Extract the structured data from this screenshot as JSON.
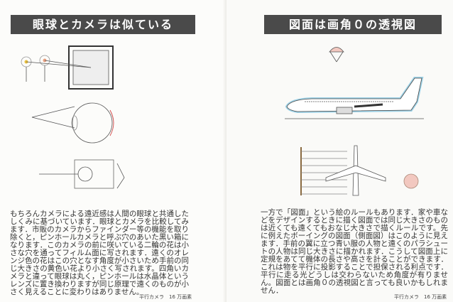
{
  "left_page": {
    "title": "眼球とカメラは似ている",
    "body": "もちろんカメラによる遠近感は人間の眼球と共通したしくみに基づいています．眼球とカメラを比較してみます．市販のカメラからファインダー等の機能を取り除くと，ピンホールカメラと呼ぶ穴のあいた黒い箱になります．このカメラの前に咲いている二輪の花は小さな穴を通ってフィルム面に写されます．遠くのオレンジ色の花はこの穴となす角度が小さいため手前の同じ大きさの黄色い花より小さく写されます。四角いカメラと違って眼球は丸く，ピンホールは水晶体というレンズに置き換わりますが同じ原理で遠くのものが小さく見えることに変わりはありません。",
    "footer": "平行カメラ　16 万画素"
  },
  "right_page": {
    "title": "図面は画角０の透視図",
    "body": "一方で「図面」という絵のルールもあります．家や車などをデザインするときに描く図面では同じ大きさのものは近くても遠くてもおなじ大きさで描くルールです。先に例えたボーイングの図面（側面図）はこのように見えます．手前の翼に立つ青い服の人物と遠くのパラシュートの人物は同じ大きさに描かれます．こうして図面上に定規をあてて機体の長さや高さを計ることができます．これは物を平行に投影することで担保される利点です．平行に走る光どうしは交わらないため角度が有りません。図面とは画角０の透視図と言っても良いかもしれません．",
    "footer": "平行カメラ　16 万画素"
  },
  "colors": {
    "banner": "#4a4a4a",
    "sky_blue": "#9fd3e8",
    "orange": "#e8a080"
  }
}
